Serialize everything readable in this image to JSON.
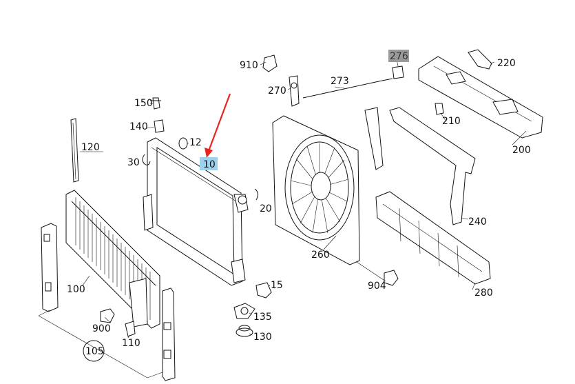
{
  "diagram": {
    "highlight_color": "#9fd0ec",
    "highlight_gray": "#9a9a9a",
    "arrow_color": "#e8231f",
    "callouts": [
      {
        "id": "c910",
        "label": "910"
      },
      {
        "id": "c270",
        "label": "270"
      },
      {
        "id": "c273",
        "label": "273"
      },
      {
        "id": "c276",
        "label": "276"
      },
      {
        "id": "c220",
        "label": "220"
      },
      {
        "id": "c150",
        "label": "150"
      },
      {
        "id": "c140",
        "label": "140"
      },
      {
        "id": "c12",
        "label": "12"
      },
      {
        "id": "c10",
        "label": "10"
      },
      {
        "id": "c30",
        "label": "30"
      },
      {
        "id": "c120",
        "label": "120"
      },
      {
        "id": "c210",
        "label": "210"
      },
      {
        "id": "c200",
        "label": "200"
      },
      {
        "id": "c20",
        "label": "20"
      },
      {
        "id": "c240",
        "label": "240"
      },
      {
        "id": "c260",
        "label": "260"
      },
      {
        "id": "c904",
        "label": "904"
      },
      {
        "id": "c280",
        "label": "280"
      },
      {
        "id": "c100",
        "label": "100"
      },
      {
        "id": "c15",
        "label": "15"
      },
      {
        "id": "c135",
        "label": "135"
      },
      {
        "id": "c900",
        "label": "900"
      },
      {
        "id": "c110",
        "label": "110"
      },
      {
        "id": "c130",
        "label": "130"
      },
      {
        "id": "c105",
        "label": "105"
      }
    ]
  }
}
